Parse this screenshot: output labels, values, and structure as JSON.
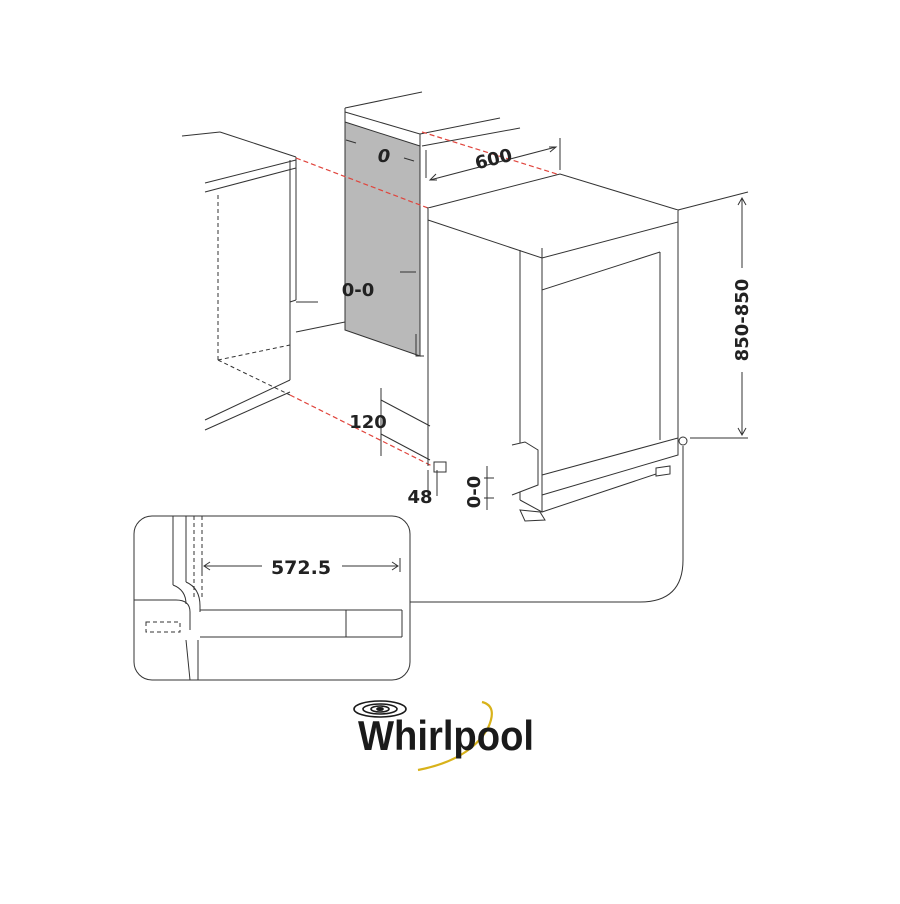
{
  "diagram": {
    "dimensions": {
      "top_gap": "0",
      "width": "600",
      "side_gap": "0-0",
      "height": "850-850",
      "plinth_height": "120",
      "plinth_depth": "48",
      "foot_adjust": "0-0",
      "detail_width": "572.5"
    }
  },
  "brand": {
    "name": "Whirlpool"
  },
  "colors": {
    "line": "#333333",
    "dashed_red": "#e0443c",
    "panel_fill": "#b9b9b9",
    "logo_swirl_gold": "#d8b21a"
  }
}
